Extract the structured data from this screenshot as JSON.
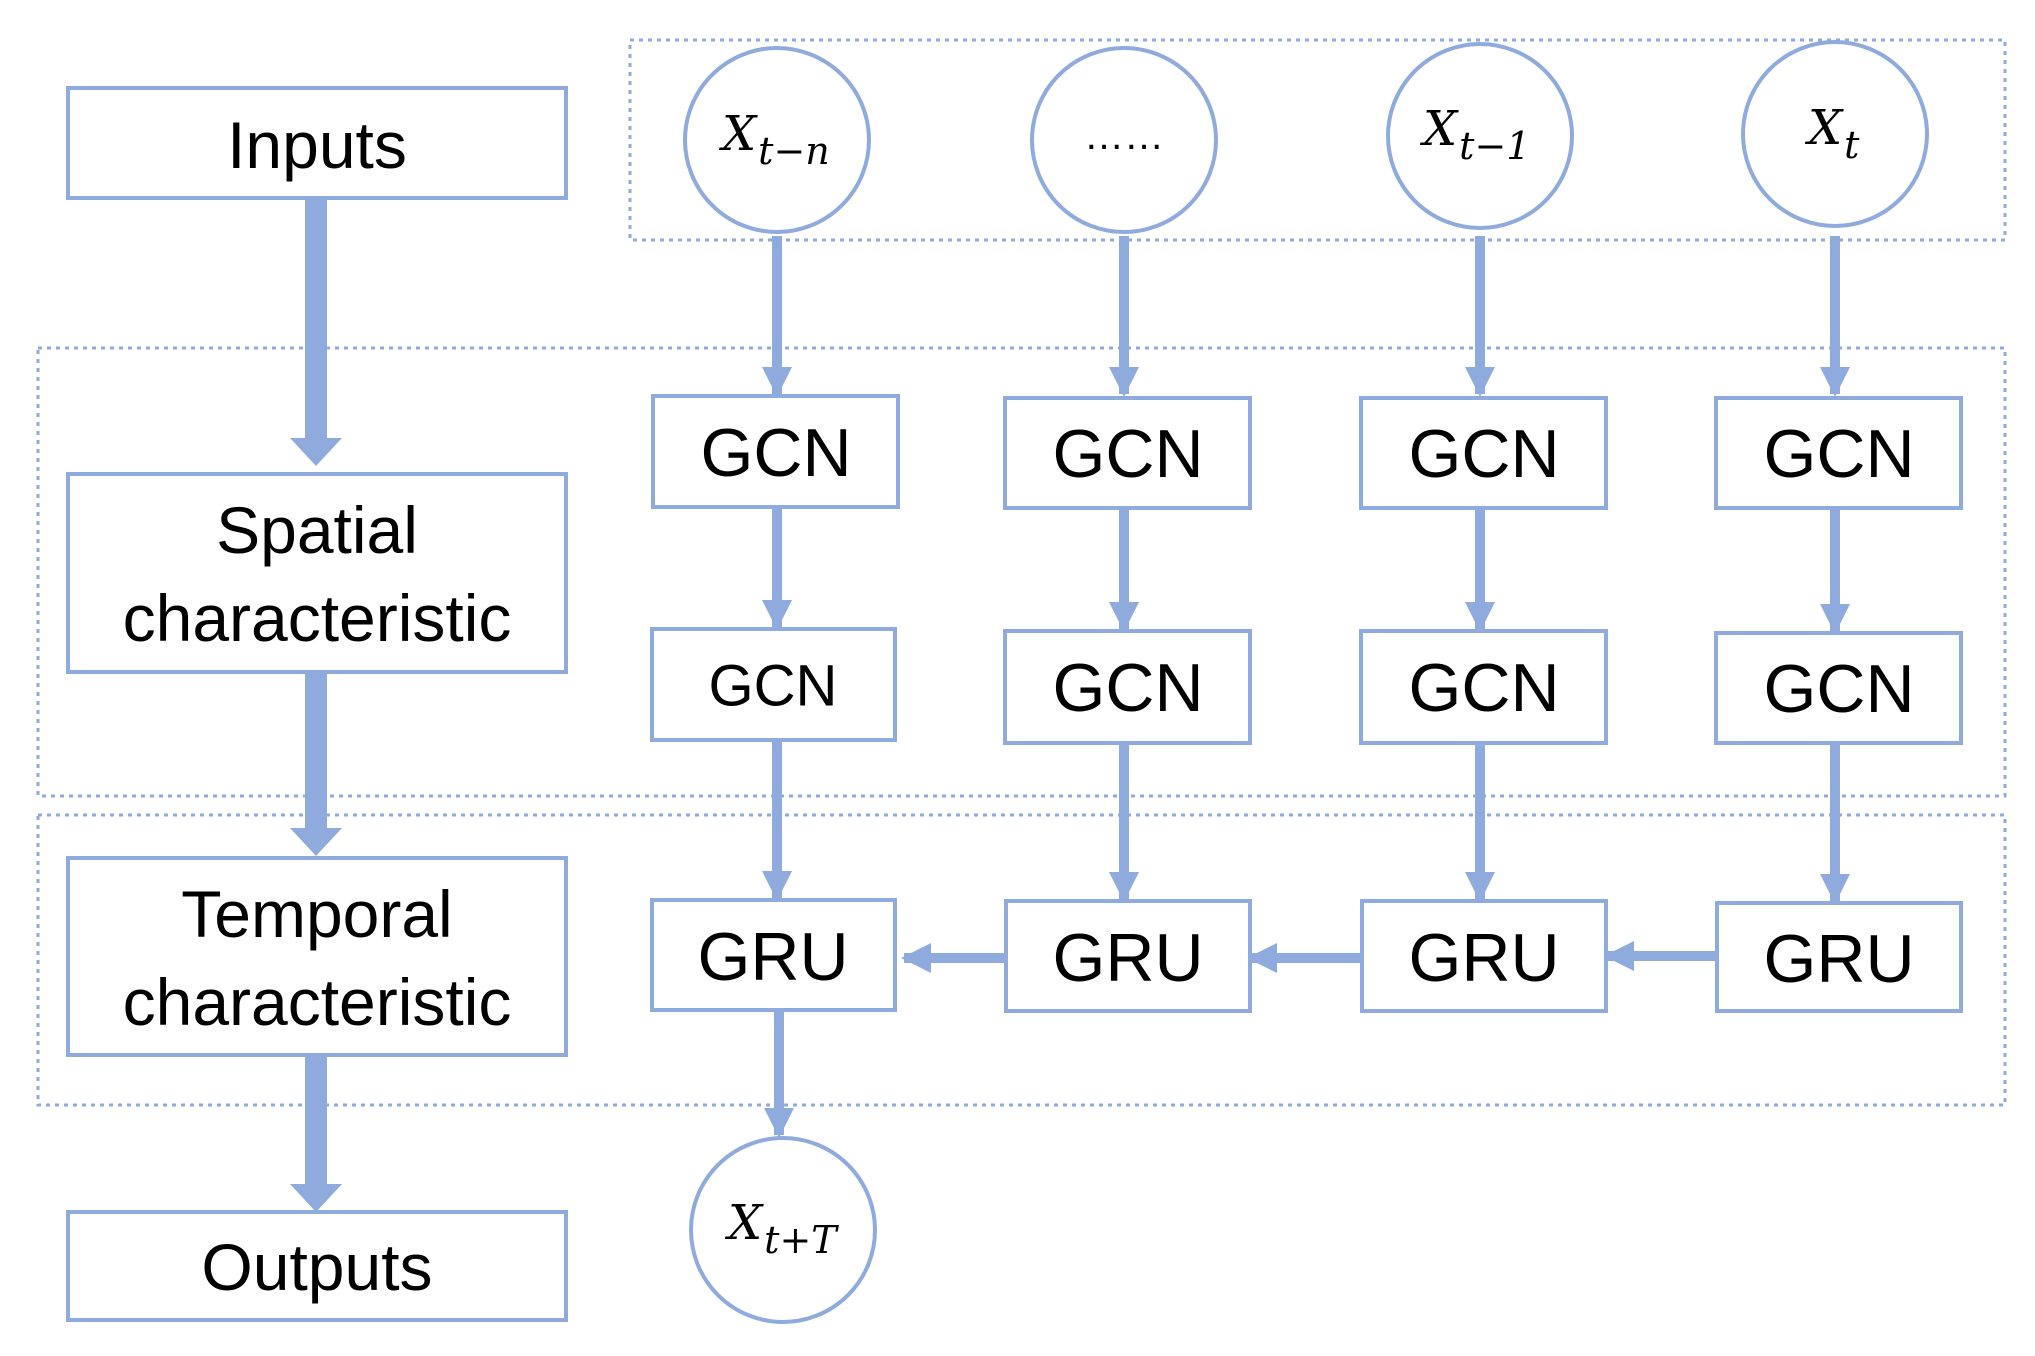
{
  "colors": {
    "stroke": "#8faadc",
    "arrow": "#8faadc",
    "text": "#000000",
    "background": "#ffffff"
  },
  "left_column": {
    "inputs": "Inputs",
    "spatial_line1": "Spatial",
    "spatial_line2": "characteristic",
    "temporal_line1": "Temporal",
    "temporal_line2": "characteristic",
    "outputs": "Outputs"
  },
  "inputs": [
    {
      "base": "X",
      "sub": "t−n"
    },
    {
      "text": "……"
    },
    {
      "base": "X",
      "sub": "t−1"
    },
    {
      "base": "X",
      "sub": "t"
    }
  ],
  "layers": {
    "gcn1": [
      "GCN",
      "GCN",
      "GCN",
      "GCN"
    ],
    "gcn2": [
      "GCN",
      "GCN",
      "GCN",
      "GCN"
    ],
    "gru": [
      "GRU",
      "GRU",
      "GRU",
      "GRU"
    ]
  },
  "output": {
    "base": "X",
    "sub": "t+T"
  }
}
